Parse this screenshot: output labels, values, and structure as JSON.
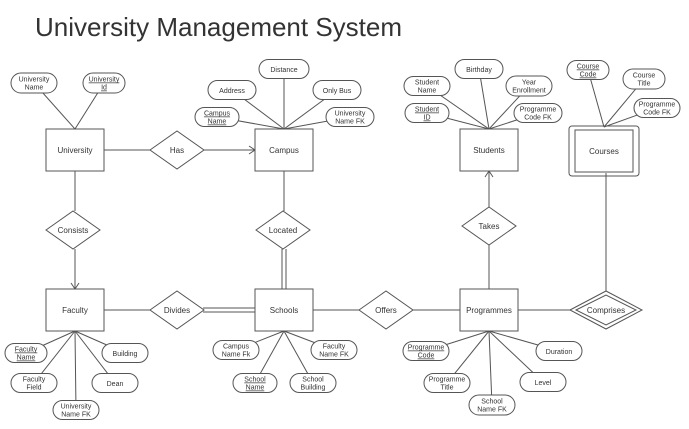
{
  "title": "University Management System",
  "entities": [
    {
      "id": "university",
      "label": "University"
    },
    {
      "id": "campus",
      "label": "Campus"
    },
    {
      "id": "students",
      "label": "Students"
    },
    {
      "id": "courses",
      "label": "Courses",
      "weak": true
    },
    {
      "id": "faculty",
      "label": "Faculty"
    },
    {
      "id": "schools",
      "label": "Schools"
    },
    {
      "id": "programmes",
      "label": "Programmes"
    }
  ],
  "relationships": [
    {
      "id": "has",
      "label": "Has"
    },
    {
      "id": "consists",
      "label": "Consists"
    },
    {
      "id": "located",
      "label": "Located"
    },
    {
      "id": "takes",
      "label": "Takes"
    },
    {
      "id": "divides",
      "label": "Divides"
    },
    {
      "id": "offers",
      "label": "Offers"
    },
    {
      "id": "comprises",
      "label": "Comprises",
      "identifying": true
    }
  ],
  "attributes": [
    {
      "id": "university-name",
      "lines": [
        "University",
        "Name"
      ],
      "key": false
    },
    {
      "id": "university-id",
      "lines": [
        "University",
        "Id"
      ],
      "key": true
    },
    {
      "id": "distance",
      "lines": [
        "Distance"
      ],
      "key": false
    },
    {
      "id": "address",
      "lines": [
        "Address"
      ],
      "key": false
    },
    {
      "id": "only-bus",
      "lines": [
        "Only Bus"
      ],
      "key": false
    },
    {
      "id": "campus-name",
      "lines": [
        "Campus",
        "Name"
      ],
      "key": true
    },
    {
      "id": "campus-university-name-fk",
      "lines": [
        "University",
        "Name FK"
      ],
      "key": false
    },
    {
      "id": "birthday",
      "lines": [
        "Birthday"
      ],
      "key": false
    },
    {
      "id": "student-name",
      "lines": [
        "Student",
        "Name"
      ],
      "key": false
    },
    {
      "id": "year-enrollment",
      "lines": [
        "Year",
        "Enrollment"
      ],
      "key": false
    },
    {
      "id": "student-id",
      "lines": [
        "Student",
        "ID"
      ],
      "key": true
    },
    {
      "id": "student-programme-code-fk",
      "lines": [
        "Programme",
        "Code FK"
      ],
      "key": false
    },
    {
      "id": "course-code",
      "lines": [
        "Course",
        "Code"
      ],
      "key": true
    },
    {
      "id": "course-title",
      "lines": [
        "Course",
        "Title"
      ],
      "key": false
    },
    {
      "id": "course-programme-code-fk",
      "lines": [
        "Programme",
        "Code FK"
      ],
      "key": false
    },
    {
      "id": "faculty-name",
      "lines": [
        "Faculty",
        "Name"
      ],
      "key": true
    },
    {
      "id": "building",
      "lines": [
        "Building"
      ],
      "key": false
    },
    {
      "id": "faculty-field",
      "lines": [
        "Faculty",
        "Field"
      ],
      "key": false
    },
    {
      "id": "dean",
      "lines": [
        "Dean"
      ],
      "key": false
    },
    {
      "id": "faculty-university-name-fk",
      "lines": [
        "University",
        "Name FK"
      ],
      "key": false
    },
    {
      "id": "school-campus-name-fk",
      "lines": [
        "Campus",
        "Name Fk"
      ],
      "key": false
    },
    {
      "id": "school-faculty-name-fk",
      "lines": [
        "Faculty",
        "Name FK"
      ],
      "key": false
    },
    {
      "id": "school-name",
      "lines": [
        "School",
        "Name"
      ],
      "key": true
    },
    {
      "id": "school-building",
      "lines": [
        "School",
        "Building"
      ],
      "key": false
    },
    {
      "id": "programme-code",
      "lines": [
        "Programme",
        "Code"
      ],
      "key": true
    },
    {
      "id": "duration",
      "lines": [
        "Duration"
      ],
      "key": false
    },
    {
      "id": "programme-title",
      "lines": [
        "Programme",
        "Title"
      ],
      "key": false
    },
    {
      "id": "level",
      "lines": [
        "Level"
      ],
      "key": false
    },
    {
      "id": "programme-school-name-fk",
      "lines": [
        "School",
        "Name FK"
      ],
      "key": false
    }
  ]
}
